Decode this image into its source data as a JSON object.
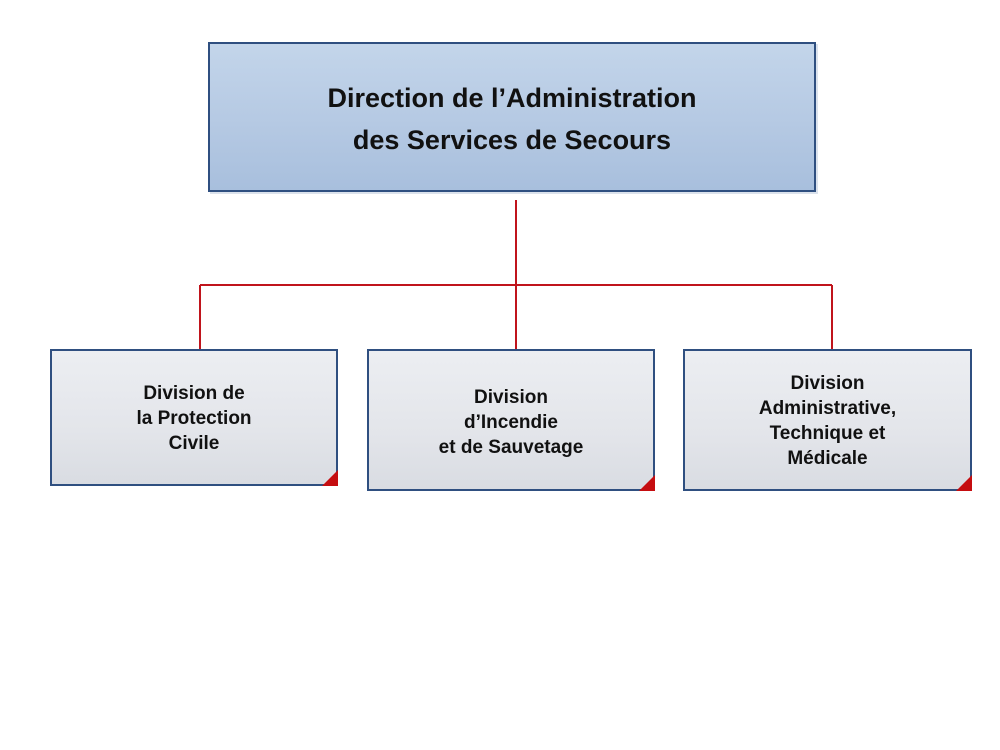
{
  "diagram": {
    "root": {
      "label": "Direction de l’Administration\ndes Services de Secours"
    },
    "children": [
      {
        "label": "Division de\nla Protection\nCivile"
      },
      {
        "label": "Division\nd’Incendie\net de Sauvetage"
      },
      {
        "label": "Division\nAdministrative,\nTechnique et\nMédicale"
      }
    ],
    "colors": {
      "connector": "#c0141c",
      "root_fill": "#b5c9e3",
      "child_fill": "#e3e5ea",
      "border": "#2f4f80",
      "corner_accent": "#c50d10"
    }
  }
}
